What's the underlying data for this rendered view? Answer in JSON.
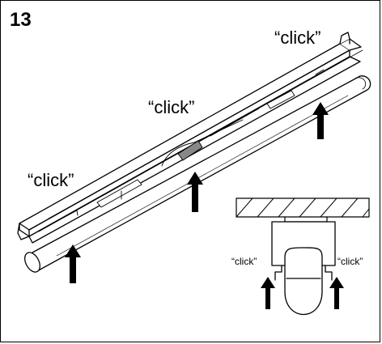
{
  "step": "13",
  "labels": {
    "click_top": "“click”",
    "click_middle": "“click”",
    "click_left": "“click”",
    "detail_left": "“click”",
    "detail_right": "“click”"
  },
  "colors": {
    "ink": "#000000",
    "background": "#ffffff"
  }
}
